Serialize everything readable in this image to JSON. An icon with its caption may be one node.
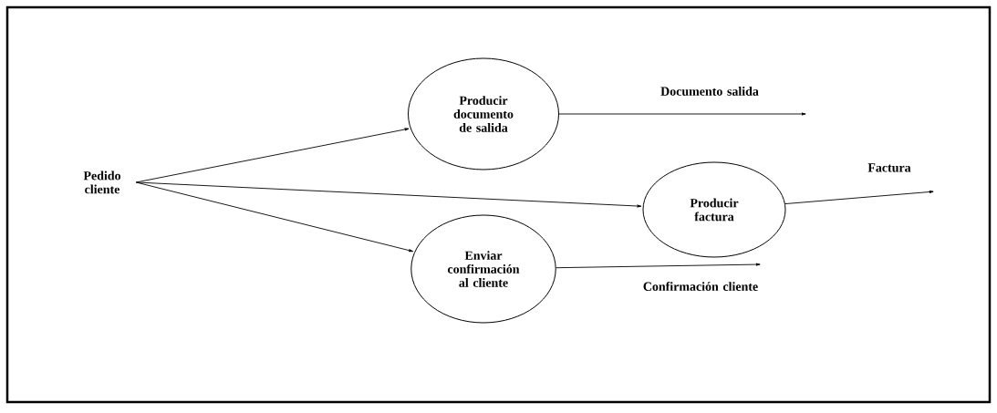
{
  "diagram": {
    "nodes": [
      {
        "text": [
          "Pedido cliente"
        ]
      },
      {
        "text": [
          "Producir documento de salida"
        ]
      },
      {
        "text": [
          "Producir factura"
        ]
      },
      {
        "text": [
          "Enviar confirmación al cliente"
        ]
      }
    ],
    "edges": [
      {
        "from": 0,
        "to": 1,
        "arrow": "to"
      },
      {
        "from": 0,
        "to": 2,
        "arrow": "to"
      },
      {
        "from": 0,
        "to": 3,
        "arrow": "to"
      },
      {
        "from": 1,
        "to": null,
        "arrow": "to",
        "label": "Documento salida"
      },
      {
        "from": 2,
        "to": null,
        "arrow": "to",
        "label": "Factura"
      },
      {
        "from": 3,
        "to": null,
        "arrow": "to",
        "label": "Confirmación cliente"
      }
    ]
  }
}
